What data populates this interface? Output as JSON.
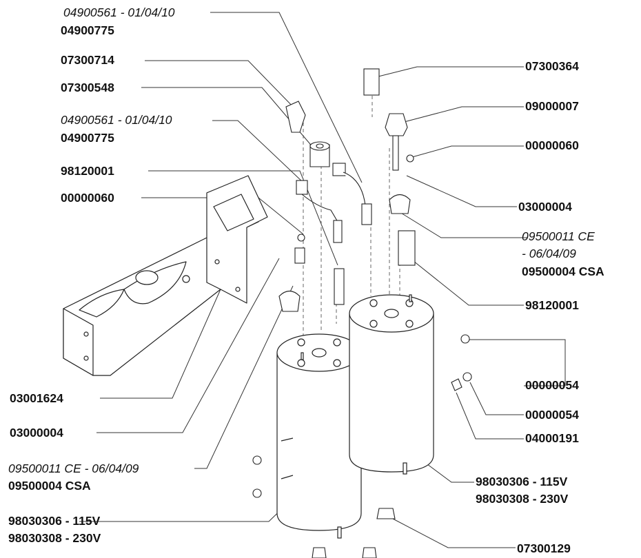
{
  "labels": {
    "top_old": "04900561 - 01/04/10",
    "top_new": "04900775",
    "l_07300714": "07300714",
    "l_07300548": "07300548",
    "mid_old": "04900561 - 01/04/10",
    "mid_new": "04900775",
    "l_98120001_left": "98120001",
    "l_00000060_left": "00000060",
    "l_03001624": "03001624",
    "l_03000004_left": "03000004",
    "left_ce": "09500011 CE - 06/04/09",
    "left_csa_num": "09500004",
    "left_csa_tag": "CSA",
    "left_115": "98030306 - 115V",
    "left_230": "98030308 - 230V",
    "r_07300364": "07300364",
    "r_09000007": "09000007",
    "r_00000060": "00000060",
    "r_03000004": "03000004",
    "right_ce1": "09500011 CE",
    "right_ce2": "- 06/04/09",
    "right_csa_num": "09500004",
    "right_csa_tag": "CSA",
    "r_98120001": "98120001",
    "r_00000054_a": "00000054",
    "r_00000054_b": "00000054",
    "r_04000191": "04000191",
    "right_115": "98030306 - 115V",
    "right_230": "98030308 - 230V",
    "r_07300129": "07300129"
  }
}
